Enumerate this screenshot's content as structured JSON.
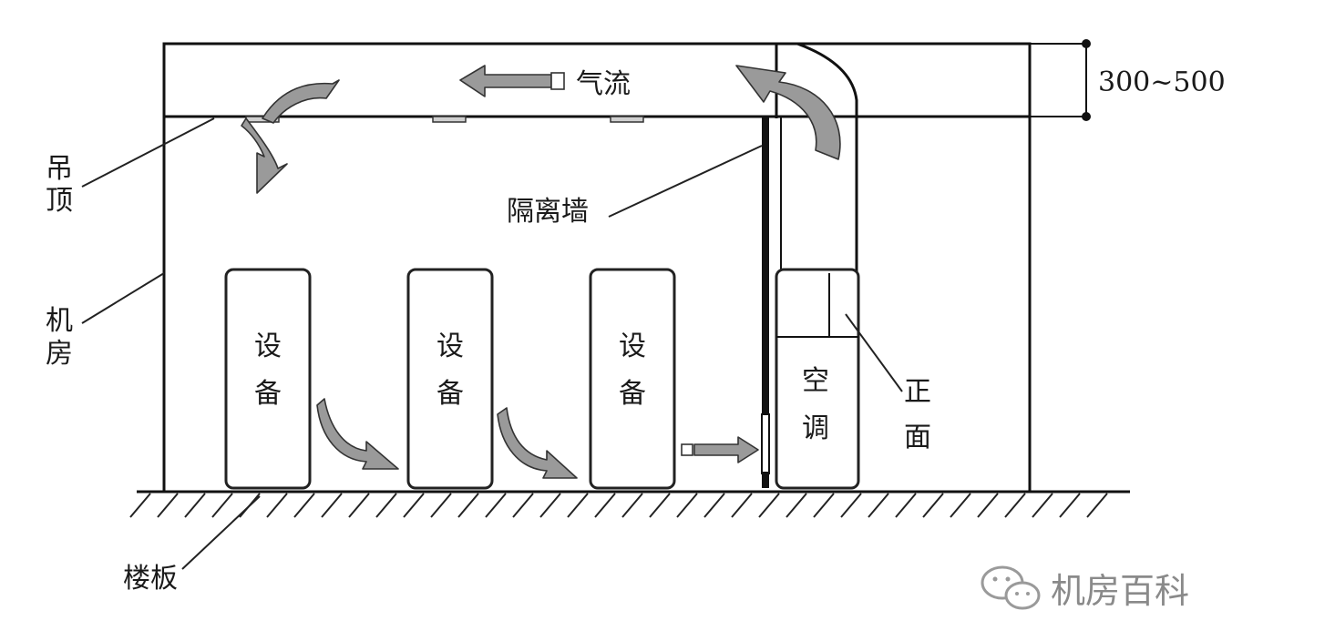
{
  "labels": {
    "airflow": "气流",
    "ceiling_line1": "吊",
    "ceiling_line2": "顶",
    "room_line1": "机",
    "room_line2": "房",
    "partition": "隔离墙",
    "floor": "楼板",
    "front_line1": "正",
    "front_line2": "面",
    "dimension": "300~500",
    "watermark": "机房百科"
  },
  "equipment": [
    {
      "line1": "设",
      "line2": "备"
    },
    {
      "line1": "设",
      "line2": "备"
    },
    {
      "line1": "设",
      "line2": "备"
    }
  ],
  "ac_unit": {
    "line1": "空",
    "line2": "调"
  },
  "icons": [
    "wechat-icon"
  ],
  "colors": {
    "arrow_fill": "#9a9a9a",
    "line": "#111111",
    "watermark": "#8a8a8a"
  }
}
